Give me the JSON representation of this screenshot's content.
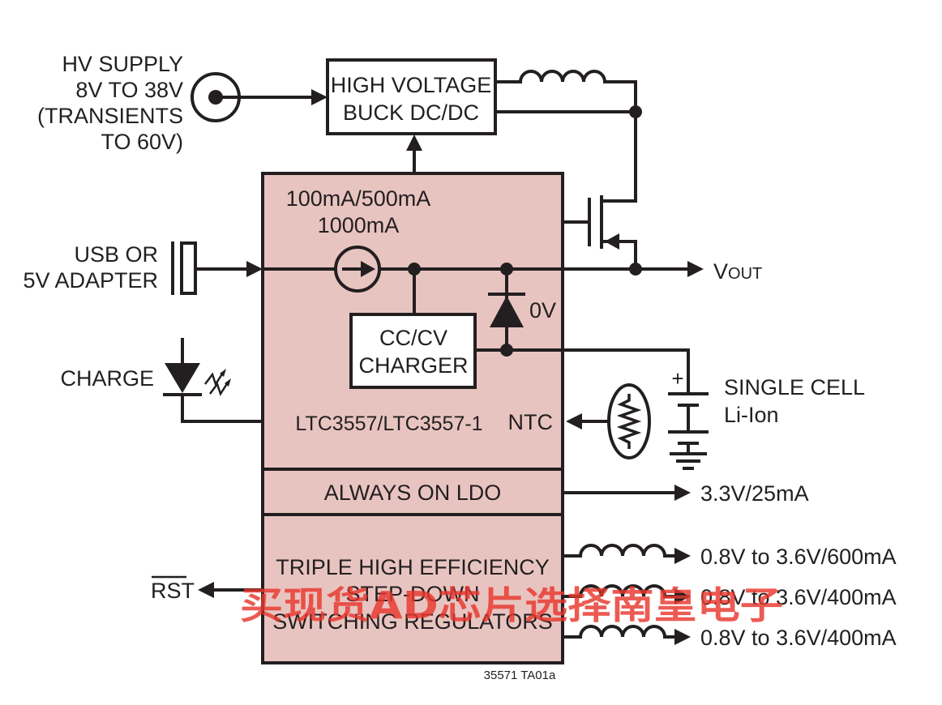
{
  "colors": {
    "chip_fill": "#e8c4c0",
    "line": "#231f20",
    "watermark": "#e8372d"
  },
  "inputs": {
    "hv_supply": [
      "HV SUPPLY",
      "8V TO 38V",
      "(TRANSIENTS",
      "TO 60V)"
    ],
    "usb": [
      "USB OR",
      "5V ADAPTER"
    ],
    "charge": "CHARGE"
  },
  "blocks": {
    "hv_buck": [
      "HIGH VOLTAGE",
      "BUCK DC/DC"
    ],
    "current_limit": [
      "100mA/500mA",
      "1000mA"
    ],
    "charger": [
      "CC/CV",
      "CHARGER"
    ],
    "chip_name": "LTC3557/LTC3557-1",
    "ntc": "NTC",
    "diode_label": "0V",
    "ldo": "ALWAYS ON LDO",
    "regulators": [
      "TRIPLE HIGH EFFICIENCY",
      "STEP-DOWN",
      "SWITCHING REGULATORS"
    ]
  },
  "outputs": {
    "vout_main": "V",
    "vout_sub": "OUT",
    "battery": [
      "SINGLE CELL",
      "Li-Ion"
    ],
    "battery_plus": "+",
    "ldo_out": "3.3V/25mA",
    "reg1": "0.8V to 3.6V/600mA",
    "reg2": "0.8V to 3.6V/400mA",
    "reg3": "0.8V to 3.6V/400mA",
    "rst": "RST"
  },
  "figure_id": "35571 TA01a",
  "watermark": "买现货AD芯片选择南皇电子"
}
